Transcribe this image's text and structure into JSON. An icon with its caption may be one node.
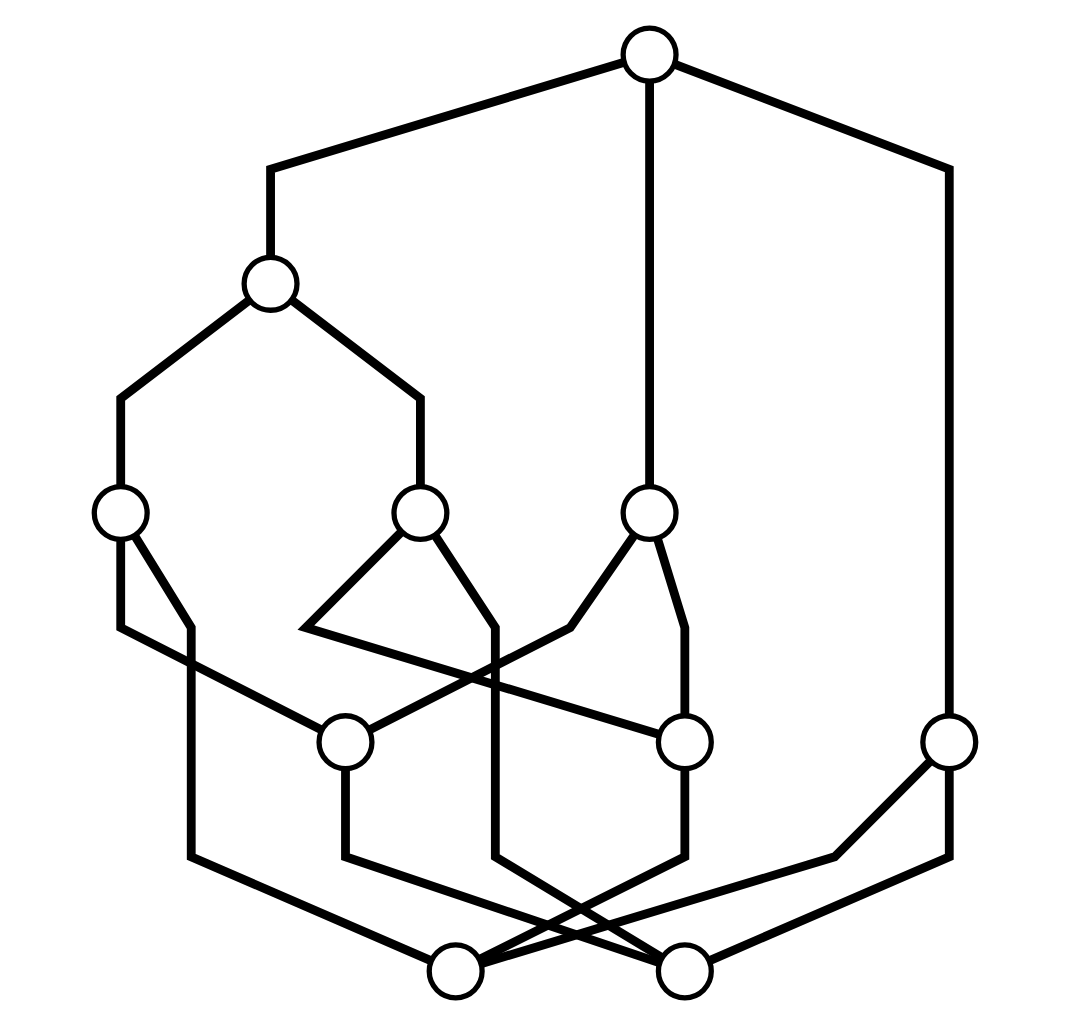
{
  "diagram": {
    "nodes": [
      {
        "text": [],
        "shape": "circle"
      },
      {
        "text": [],
        "shape": "circle"
      },
      {
        "text": [],
        "shape": "circle"
      },
      {
        "text": [],
        "shape": "circle"
      },
      {
        "text": [],
        "shape": "circle"
      },
      {
        "text": [],
        "shape": "circle"
      },
      {
        "text": [],
        "shape": "circle"
      },
      {
        "text": [],
        "shape": "circle"
      },
      {
        "text": [],
        "shape": "circle"
      },
      {
        "text": [],
        "shape": "circle"
      }
    ],
    "edges": [
      {
        "from": 0,
        "to": 2,
        "arrow": "none"
      },
      {
        "from": 0,
        "to": 3,
        "arrow": "none"
      },
      {
        "from": 0,
        "to": 1,
        "arrow": "none"
      },
      {
        "from": 2,
        "to": 8,
        "arrow": "none"
      },
      {
        "from": 3,
        "to": 9,
        "arrow": "none"
      },
      {
        "from": 8,
        "to": 9,
        "arrow": "none"
      },
      {
        "from": 2,
        "to": 4,
        "arrow": "none"
      },
      {
        "from": 3,
        "to": 5,
        "arrow": "none"
      },
      {
        "from": 8,
        "to": 6,
        "arrow": "none"
      },
      {
        "from": 9,
        "to": 7,
        "arrow": "none"
      },
      {
        "from": 1,
        "to": 6,
        "arrow": "none"
      },
      {
        "from": 1,
        "to": 7,
        "arrow": "none"
      },
      {
        "from": 4,
        "to": 5,
        "arrow": "none"
      },
      {
        "from": 4,
        "to": 7,
        "arrow": "none"
      },
      {
        "from": 5,
        "to": 6,
        "arrow": "none"
      }
    ]
  }
}
